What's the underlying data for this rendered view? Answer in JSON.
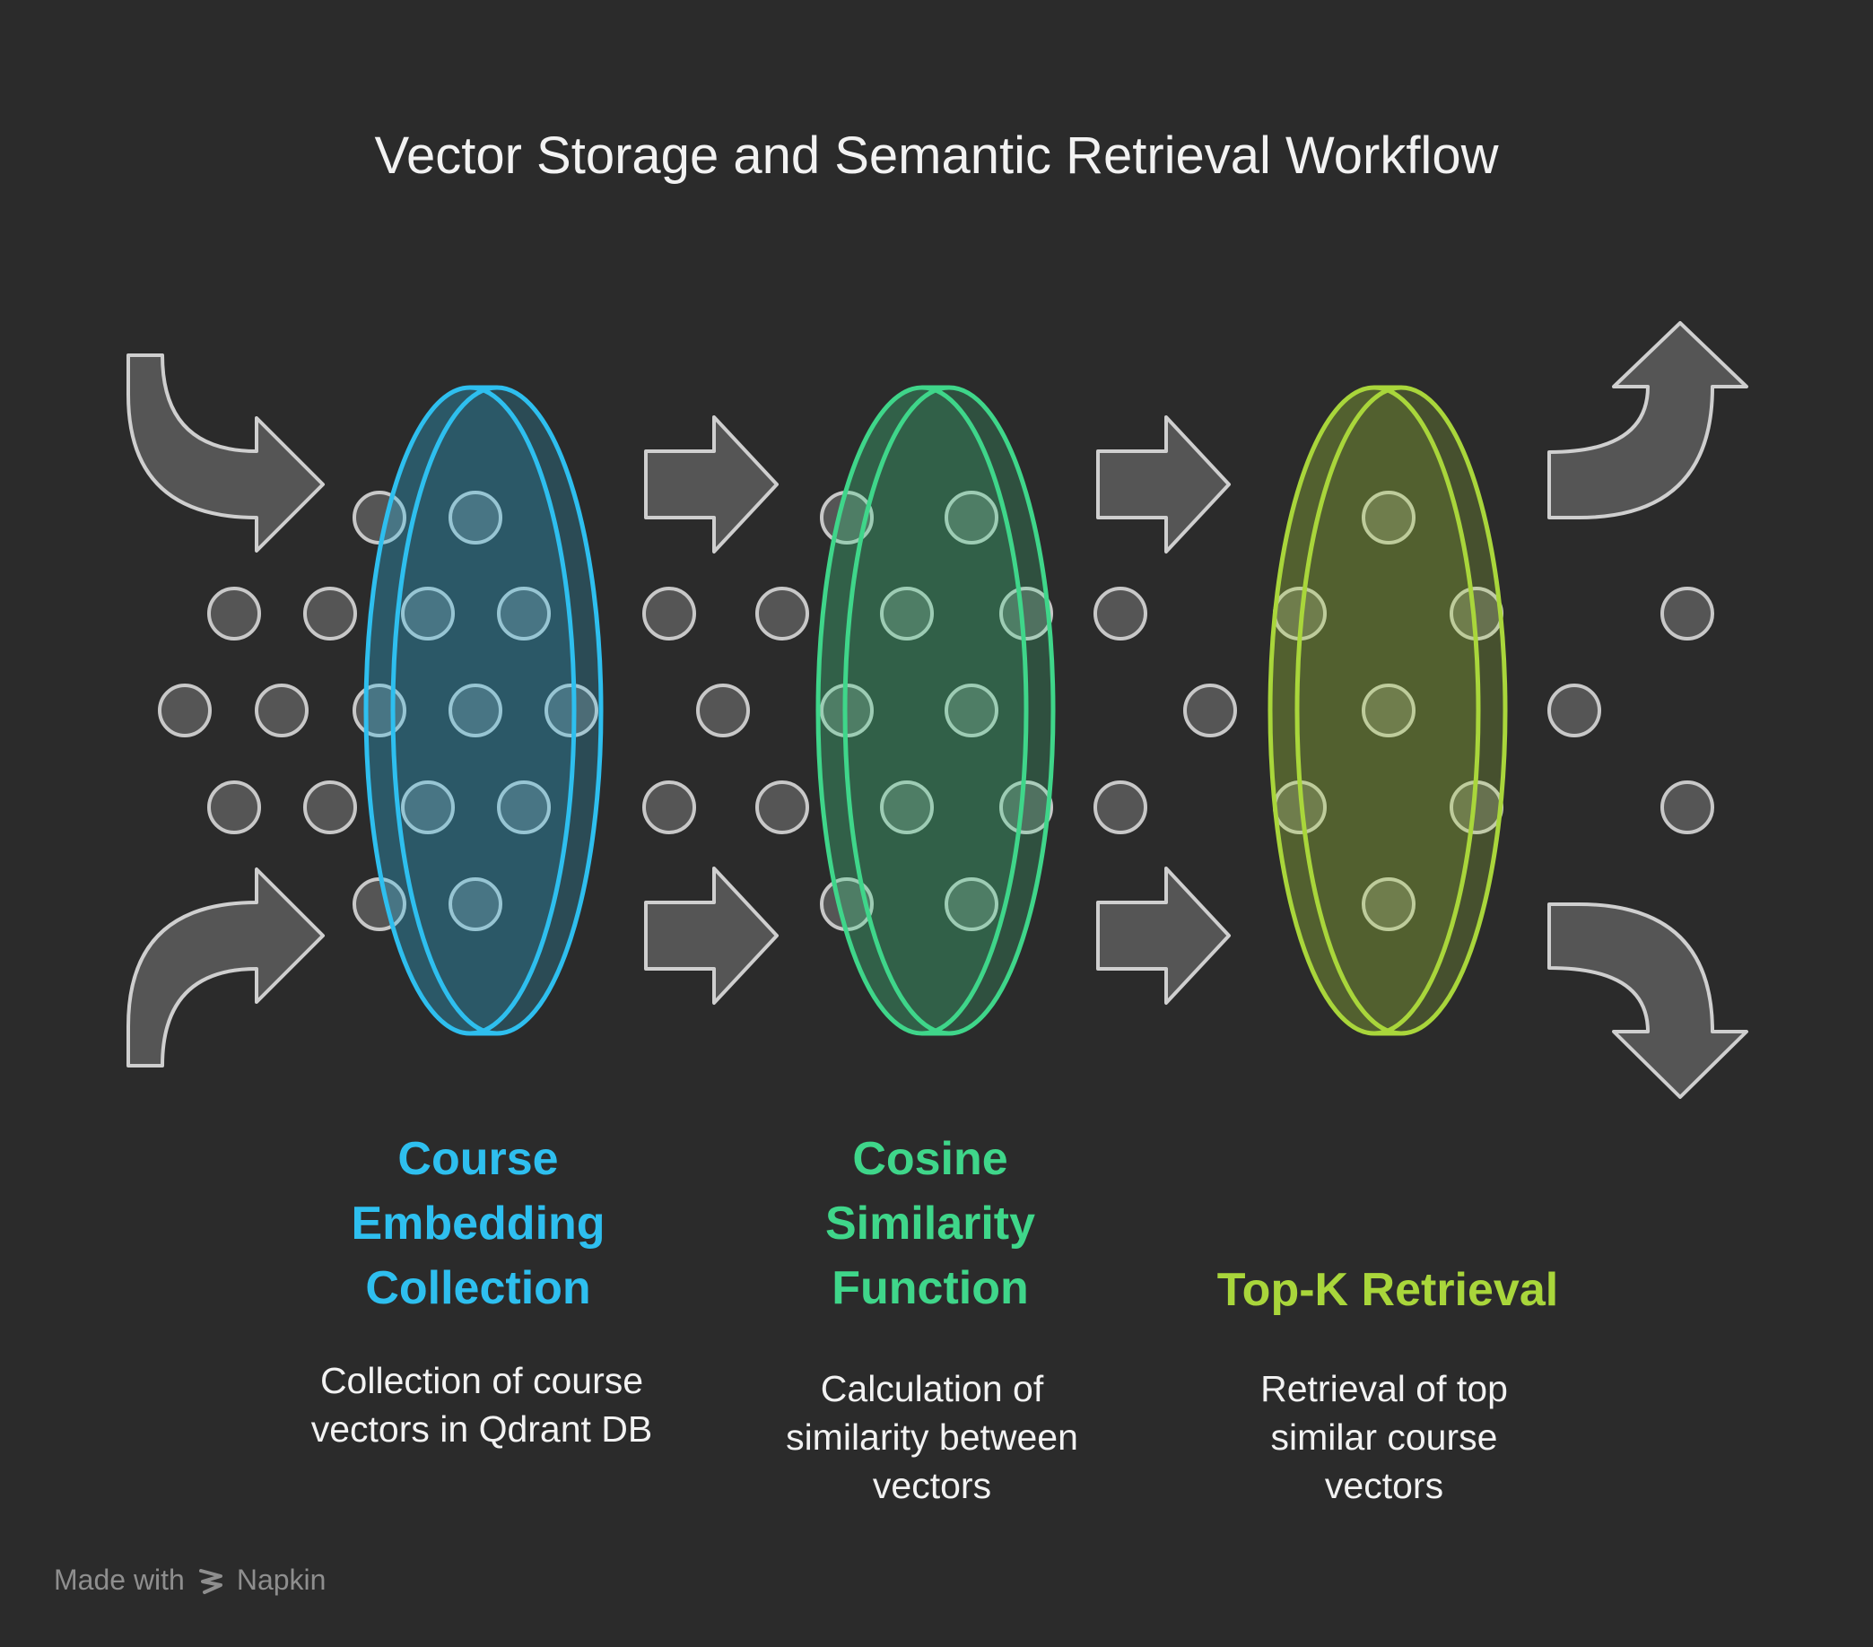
{
  "title": "Vector Storage and Semantic Retrieval Workflow",
  "colors": {
    "background": "#2b2b2b",
    "stage1": "#2ebfef",
    "stage2": "#3fd68a",
    "stage3": "#a9d63b",
    "arrow_fill": "#555555",
    "arrow_stroke": "#cfcfcf",
    "dot_fill": "#555555",
    "dot_stroke": "#c8c8c8"
  },
  "stages": [
    {
      "heading": [
        "Course",
        "Embedding",
        "Collection"
      ],
      "description": [
        "Collection of course",
        "vectors in Qdrant DB"
      ]
    },
    {
      "heading": [
        "Cosine",
        "Similarity",
        "Function"
      ],
      "description": [
        "Calculation of",
        "similarity between",
        "vectors"
      ]
    },
    {
      "heading": [
        "Top-K Retrieval"
      ],
      "description": [
        "Retrieval of top",
        "similar course",
        "vectors"
      ]
    }
  ],
  "footer": {
    "made_with": "Made with",
    "brand": "Napkin",
    "logo_icon": "napkin-logo-icon"
  }
}
